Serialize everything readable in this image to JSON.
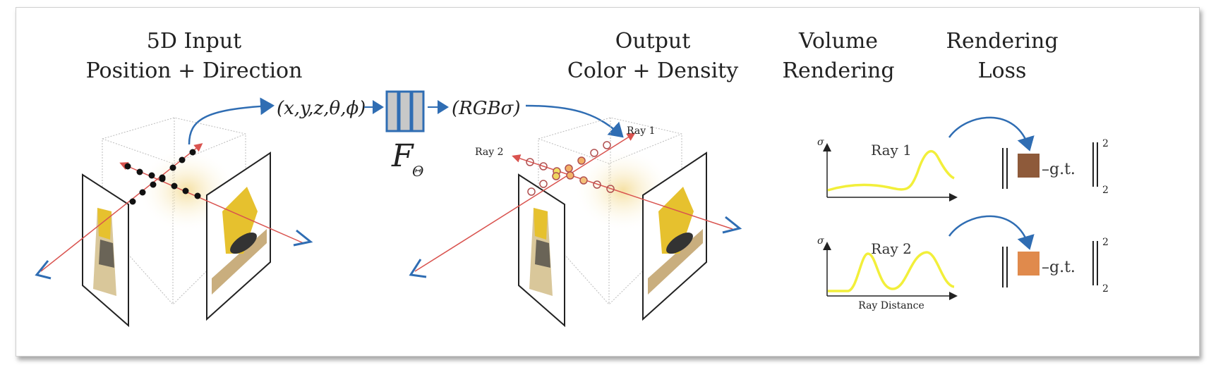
{
  "titles": {
    "input": [
      "5D Input",
      "Position + Direction"
    ],
    "output": [
      "Output",
      "Color + Density"
    ],
    "volume": [
      "Volume",
      "Rendering"
    ],
    "loss": [
      "Rendering",
      "Loss"
    ]
  },
  "input_tuple": "(x,y,z,θ,ϕ)",
  "network_label": "F",
  "network_subscript": "Θ",
  "output_tuple": "(RGBσ)",
  "ray_labels": {
    "ray1": "Ray 1",
    "ray2": "Ray 2"
  },
  "plots": {
    "y_axis_label": "σ",
    "x_axis_label": "Ray Distance",
    "ray1_title": "Ray 1",
    "ray2_title": "Ray 2"
  },
  "loss": {
    "minus_gt": "–g.t.",
    "superscript": "2",
    "subscript": "2",
    "ray1_color": "#8E5A3A",
    "ray2_color": "#E08A4C"
  },
  "colors": {
    "ray": "#d9534f",
    "arrow": "#2f6db3",
    "density_curve": "#f2ef3a",
    "network_fill": "#c8c8c8"
  }
}
